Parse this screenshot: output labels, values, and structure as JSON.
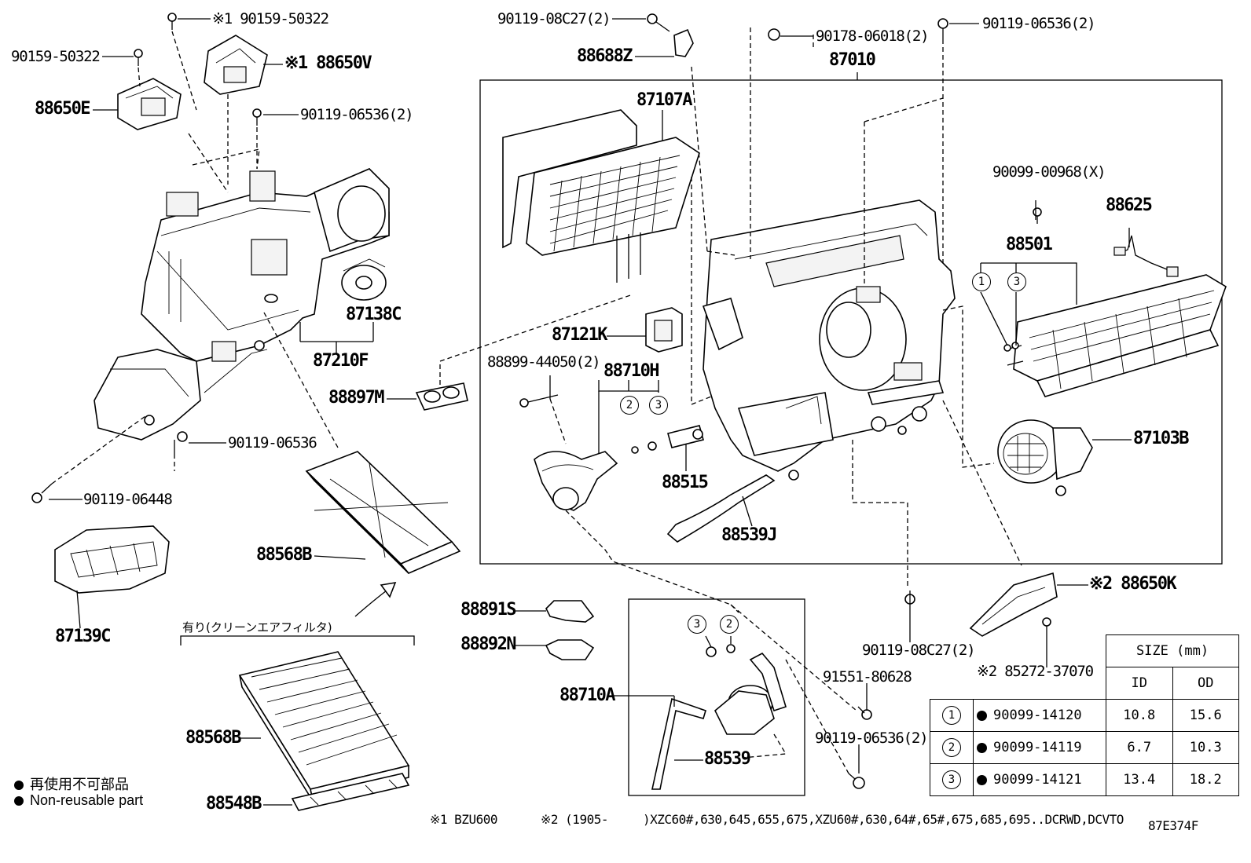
{
  "labels": {
    "p1": "※1 90159-50322",
    "p2": "90159-50322",
    "p3": "※1 88650V",
    "p4": "88650E",
    "p5": "90119-06536(2)",
    "p6": "87138C",
    "p7": "87210F",
    "p8": "90119-06536",
    "p9": "90119-06448",
    "p10": "87139C",
    "p11": "88568B",
    "p12": "有り(クリーンエアフィルタ)",
    "p13": "88568B",
    "p14": "88548B",
    "p15": "90119-08C27(2)",
    "p16": "88688Z",
    "p17": "90178-06018(2)",
    "p18": "90119-06536(2)",
    "p19": "87010",
    "p20": "87107A",
    "p21": "87121K",
    "p22": "88897M",
    "p23": "88899-44050(2)",
    "p24": "88710H",
    "p25": "88515",
    "p26": "88539J",
    "p27": "90099-00968(X)",
    "p28": "88625",
    "p29": "88501",
    "p30": "87103B",
    "p31": "※2 88650K",
    "p32": "90119-08C27(2)",
    "p33": "※2 85272-37070",
    "p34": "91551-80628",
    "p35": "90119-06536(2)",
    "p36": "88891S",
    "p37": "88892N",
    "p38": "88710A",
    "p39": "88539",
    "note1": "※1 BZU600",
    "note2a": "※2 (1905-",
    "note2b": ")XZC60#,630,645,655,675,XZU60#,630,64#,65#,675,685,695..DCRWD,DCVTO",
    "figure_code": "87E374F"
  },
  "callouts": {
    "c1": "1",
    "c2": "3",
    "c3": "2",
    "c4": "3",
    "c5": "3",
    "c6": "2"
  },
  "legend": {
    "jp": "再使用不可部品",
    "en": "Non-reusable part"
  },
  "size_table": {
    "header": "SIZE (mm)",
    "col_id": "ID",
    "col_od": "OD",
    "rows": [
      {
        "no": "1",
        "part": "90099-14120",
        "id": "10.8",
        "od": "15.6"
      },
      {
        "no": "2",
        "part": "90099-14119",
        "id": "6.7",
        "od": "10.3"
      },
      {
        "no": "3",
        "part": "90099-14121",
        "id": "13.4",
        "od": "18.2"
      }
    ]
  }
}
